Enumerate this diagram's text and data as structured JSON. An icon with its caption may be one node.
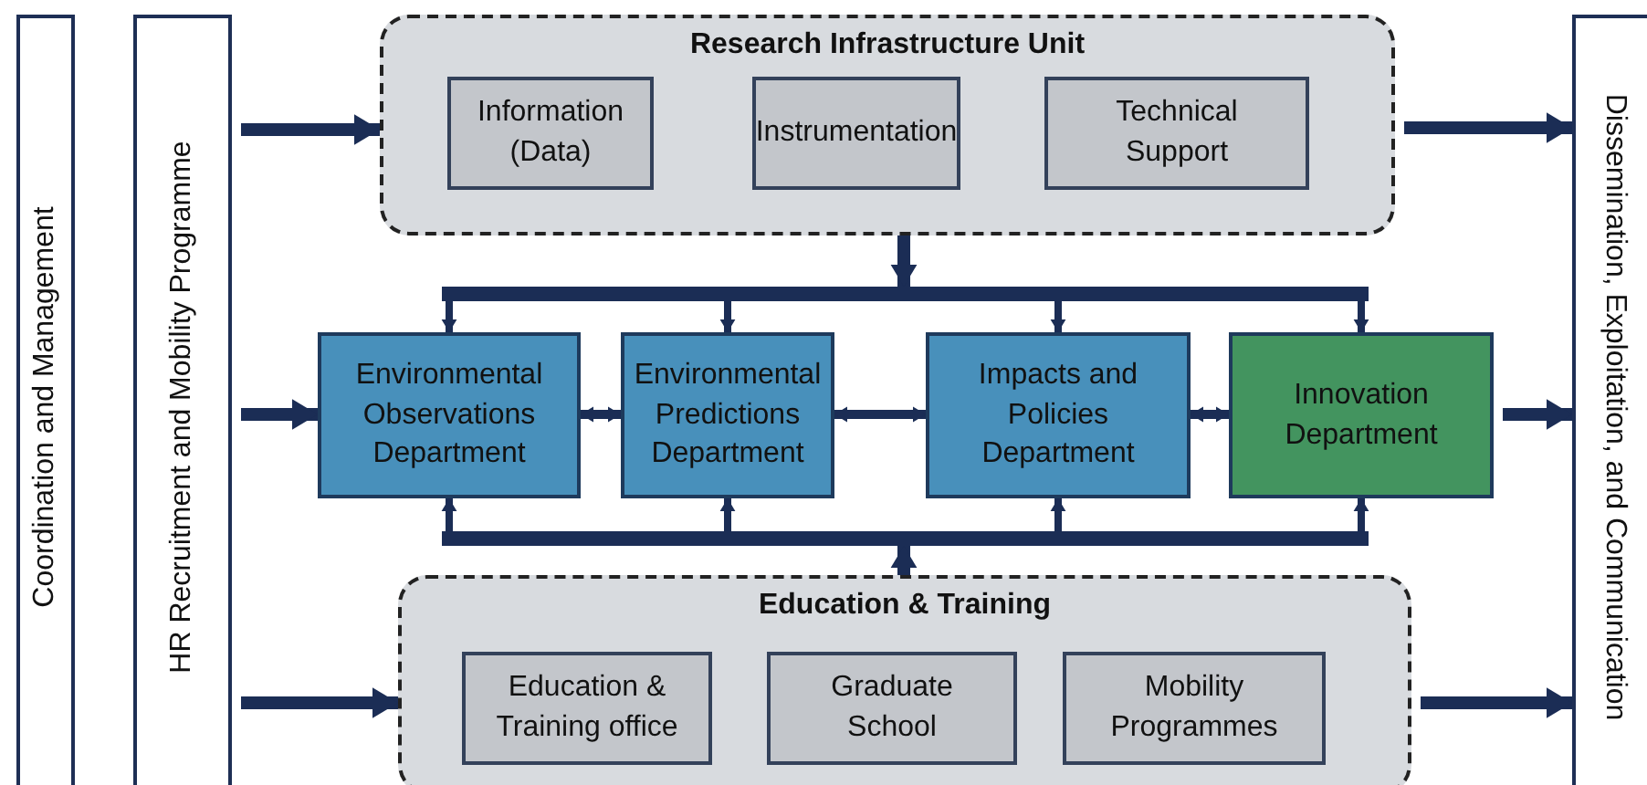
{
  "diagram": {
    "nodes": [
      {
        "text": [
          "Coordination and Management"
        ]
      },
      {
        "text": [
          "HR Recruitment and Mobility Programme"
        ]
      },
      {
        "text": [
          "Research Infrastructure Unit"
        ]
      },
      {
        "text": [
          "Information (Data)"
        ],
        "in": 2
      },
      {
        "text": [
          "Instrumentation"
        ],
        "in": 2
      },
      {
        "text": [
          "Technical Support"
        ],
        "in": 2
      },
      {
        "text": [
          "Environmental Observations Department"
        ]
      },
      {
        "text": [
          "Environmental Predictions Department"
        ]
      },
      {
        "text": [
          "Impacts and Policies Department"
        ]
      },
      {
        "text": [
          "Innovation Department"
        ]
      },
      {
        "text": [
          "Education & Training"
        ]
      },
      {
        "text": [
          "Education & Training office"
        ],
        "in": 10
      },
      {
        "text": [
          "Graduate School"
        ],
        "in": 10
      },
      {
        "text": [
          "Mobility Programmes"
        ],
        "in": 10
      },
      {
        "text": [
          "Dissemination, Exploitation, and Communication"
        ]
      }
    ],
    "edges": [
      {
        "from": 1,
        "to": 2,
        "arrow": "to"
      },
      {
        "from": 1,
        "to": 6,
        "arrow": "to"
      },
      {
        "from": 1,
        "to": 10,
        "arrow": "to"
      },
      {
        "from": 2,
        "to": 14,
        "arrow": "to"
      },
      {
        "from": 9,
        "to": 14,
        "arrow": "to"
      },
      {
        "from": 10,
        "to": 14,
        "arrow": "to"
      },
      {
        "from": 2,
        "to": 6,
        "arrow": "to"
      },
      {
        "from": 2,
        "to": 7,
        "arrow": "to"
      },
      {
        "from": 2,
        "to": 8,
        "arrow": "to"
      },
      {
        "from": 2,
        "to": 9,
        "arrow": "to"
      },
      {
        "from": 10,
        "to": 6,
        "arrow": "to"
      },
      {
        "from": 10,
        "to": 7,
        "arrow": "to"
      },
      {
        "from": 10,
        "to": 8,
        "arrow": "to"
      },
      {
        "from": 10,
        "to": 9,
        "arrow": "to"
      },
      {
        "from": 6,
        "to": 7,
        "arrow": "both"
      },
      {
        "from": 7,
        "to": 8,
        "arrow": "both"
      },
      {
        "from": 8,
        "to": 9,
        "arrow": "both"
      }
    ]
  }
}
